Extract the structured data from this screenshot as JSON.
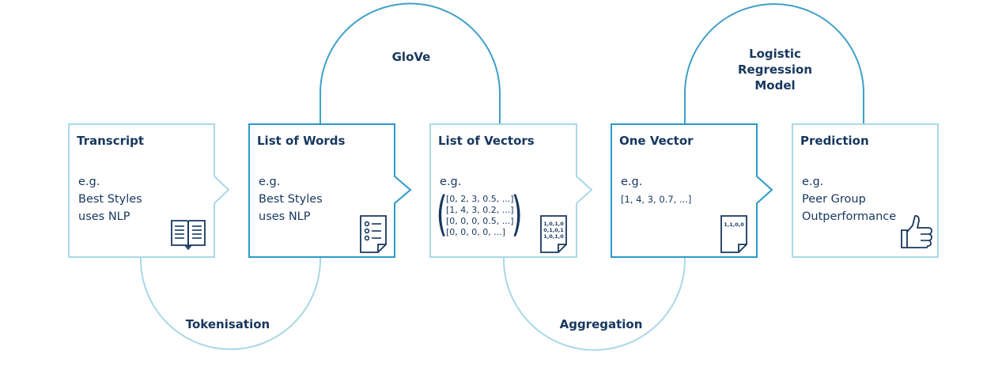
{
  "arcs": {
    "glove": "GloVe",
    "model": [
      "Logistic",
      "Regression",
      "Model"
    ],
    "tokenisation": "Tokenisation",
    "aggregation": "Aggregation"
  },
  "boxes": [
    {
      "title": "Transcript",
      "eg": [
        "e.g.",
        "Best Styles",
        "uses NLP"
      ],
      "icon": "open-book-icon"
    },
    {
      "title": "List of Words",
      "eg": [
        "e.g.",
        "Best Styles",
        "uses NLP"
      ],
      "icon": "checklist-document-icon"
    },
    {
      "title": "List of Vectors",
      "eg": [
        "e.g."
      ],
      "vectors": [
        "[0, 2, 3, 0.5, ...]",
        "[1, 4, 3, 0.2, ...]",
        "[0, 0, 0, 0.5, ...]",
        "[0, 0, 0, 0, ...]"
      ],
      "icon": "binary-document-icon",
      "icon_text": [
        "1,0,1,0",
        "0,1,0,1",
        "1,0,1,0"
      ]
    },
    {
      "title": "One Vector",
      "eg": [
        "e.g."
      ],
      "vector": "[1, 4, 3, 0.7, ...]",
      "icon": "vector-document-icon",
      "icon_text": [
        "1,1,0,0"
      ]
    },
    {
      "title": "Prediction",
      "eg": [
        "e.g.",
        "Peer Group",
        "Outperformance"
      ],
      "icon": "thumbs-up-icon"
    }
  ],
  "colors": {
    "light": "#a9d8e6",
    "dark": "#2a9ac8",
    "text": "#17375e"
  }
}
